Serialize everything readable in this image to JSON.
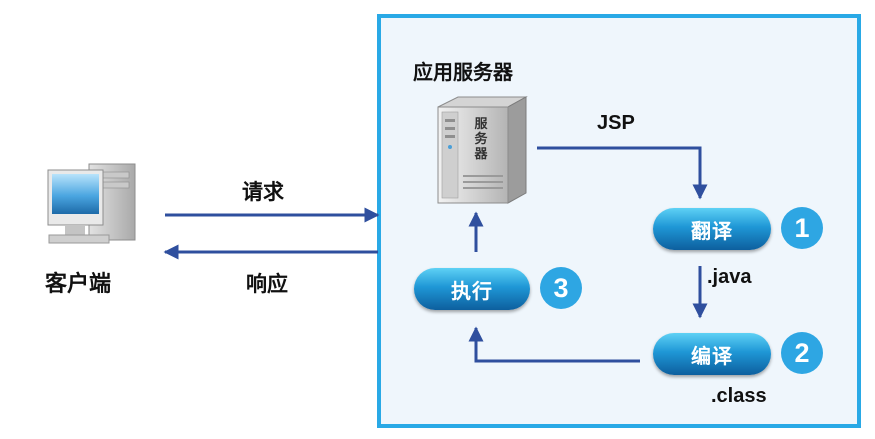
{
  "server_box": {
    "title": "应用服务器"
  },
  "client": {
    "label": "客户端",
    "icon": "desktop-computer-icon"
  },
  "server": {
    "icon_text": [
      "服",
      "务",
      "器"
    ],
    "icon": "server-tower-icon"
  },
  "flow": {
    "request_label": "请求",
    "response_label": "响应",
    "jsp_label": "JSP",
    "java_label": ".java",
    "class_label": ".class"
  },
  "steps": [
    {
      "label": "翻译",
      "number": "1"
    },
    {
      "label": "编译",
      "number": "2"
    },
    {
      "label": "执行",
      "number": "3"
    }
  ],
  "colors": {
    "frame": "#29a9e6",
    "frame_fill": "#eff6fc",
    "arrow": "#2f4f9e",
    "pill": "#1f97d6",
    "badge": "#2ea6e3"
  }
}
